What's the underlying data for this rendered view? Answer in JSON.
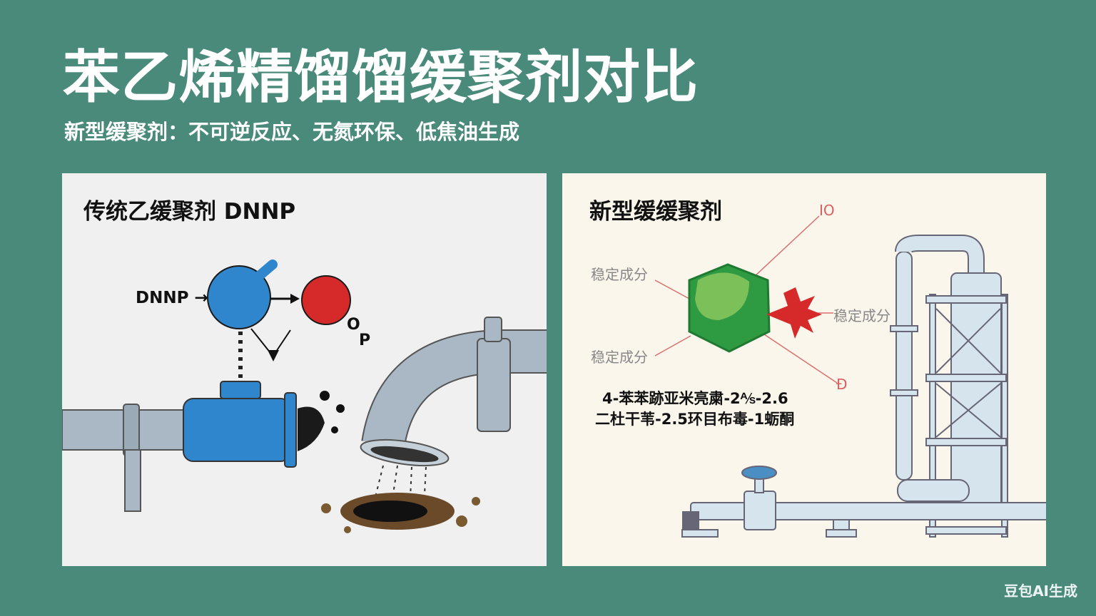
{
  "title": "苯乙烯精馏馏缓聚剂对比",
  "subtitle": "新型缓聚剂：不可逆反应、无氮环保、低焦油生成",
  "left_panel": {
    "title": "传统乙缓聚剂 DNNP",
    "input_label": "DNNP →",
    "output_label_o": "O",
    "output_label_p": "P"
  },
  "right_panel": {
    "title": "新型缓缓聚剂",
    "labels": [
      "稳定成分",
      "稳定成分",
      "稳定成分"
    ],
    "marker_top": "IO",
    "marker_bottom": "Ð",
    "chem_line1": "4-苯苯跡亚米亮粛-2⅍-2.6",
    "chem_line2": "二杜干苇-2.5环目布毒-1蛎酮"
  },
  "watermark": "豆包AI生成",
  "colors": {
    "background": "#4a8a7b",
    "blue": "#2f86cc",
    "red": "#d62a2a",
    "green": "#3aa048",
    "pipe": "#a9b8c4"
  }
}
